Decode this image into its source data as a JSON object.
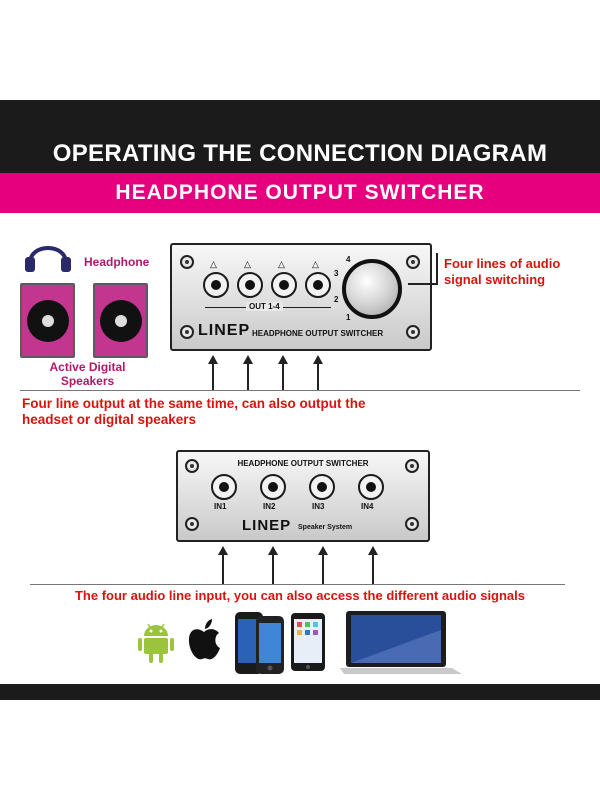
{
  "header": {
    "title": "OPERATING THE CONNECTION DIAGRAM",
    "subtitle": "HEADPHONE OUTPUT SWITCHER"
  },
  "top_device": {
    "headphone_label": "Headphone",
    "speakers_label_line1": "Active Digital",
    "speakers_label_line2": "Speakers",
    "out_label": "OUT 1-4",
    "brand": "LINEP",
    "model": "HEADPHONE OUTPUT SWITCHER",
    "knob_positions": [
      "4",
      "3",
      "2",
      "1"
    ],
    "callout_line1": "Four lines of audio",
    "callout_line2": "signal switching",
    "caption_line1": "Four line output at the same time, can also output the",
    "caption_line2": "headset or digital speakers"
  },
  "bottom_device": {
    "title": "HEADPHONE OUTPUT SWITCHER",
    "inputs": [
      "IN1",
      "IN2",
      "IN3",
      "IN4"
    ],
    "brand": "LINEP",
    "model": "Speaker System",
    "caption": "The four audio line input, you can also access the different audio signals"
  },
  "colors": {
    "dark_bar": "#1b1b1b",
    "accent_pink": "#e6007e",
    "caption_red": "#d9140e",
    "speaker_magenta": "#c2368f",
    "android_green": "#9bc43c"
  },
  "source_icons": [
    "android-icon",
    "apple-icon",
    "smartphone-icon",
    "iphone-icon",
    "ipad-icon",
    "laptop-icon"
  ]
}
